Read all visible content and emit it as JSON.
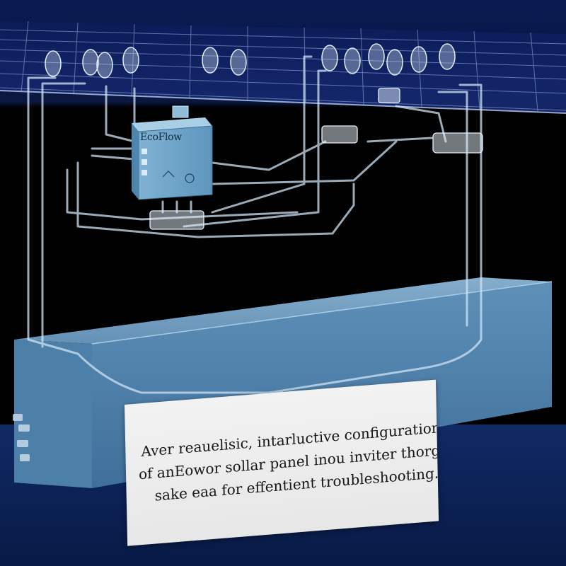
{
  "device": {
    "brand_label": "EcoFlow"
  },
  "caption": {
    "lines": [
      "Aver reauelisic,  intarluctive configuration",
      "of  anEowor sollar panel inou inviter thorg the",
      "sake eaa for effentient troubleshooting."
    ]
  },
  "colors": {
    "background_top": "#0a1a4a",
    "panel_grid": "#9fb7e6",
    "tubing": "#cfe3f5",
    "inverter_body": "#6fa6c8",
    "tray_body": "#5b8fb8",
    "caption_card": "#efefef"
  }
}
